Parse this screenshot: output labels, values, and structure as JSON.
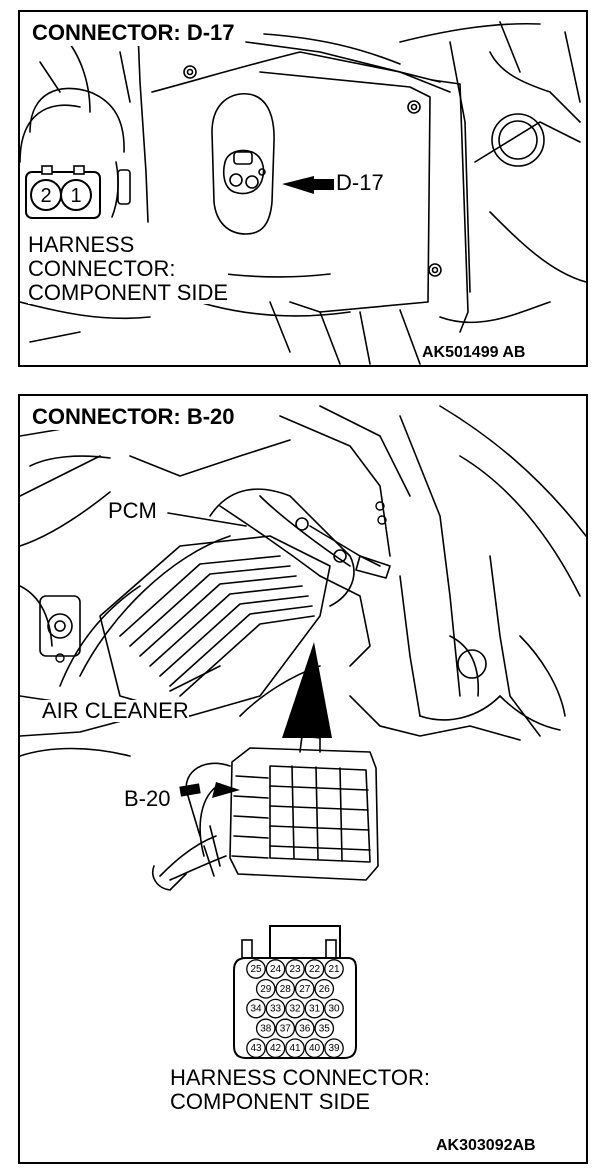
{
  "top_panel": {
    "title": "CONNECTOR: D-17",
    "callout": "D-17",
    "caption": "HARNESS\nCONNECTOR:\nCOMPONENT SIDE",
    "code": "AK501499 AB",
    "pins": [
      "2",
      "1"
    ]
  },
  "bottom_panel": {
    "title": "CONNECTOR: B-20",
    "pcm_label": "PCM",
    "air_cleaner_label": "AIR CLEANER",
    "callout": "B-20",
    "caption": "HARNESS CONNECTOR:\nCOMPONENT SIDE",
    "code": "AK303092AB",
    "pin_rows": [
      [
        "25",
        "24",
        "23",
        "22",
        "21"
      ],
      [
        "29",
        "28",
        "27",
        "26"
      ],
      [
        "34",
        "33",
        "32",
        "31",
        "30"
      ],
      [
        "38",
        "37",
        "36",
        "35"
      ],
      [
        "43",
        "42",
        "41",
        "40",
        "39"
      ]
    ]
  }
}
